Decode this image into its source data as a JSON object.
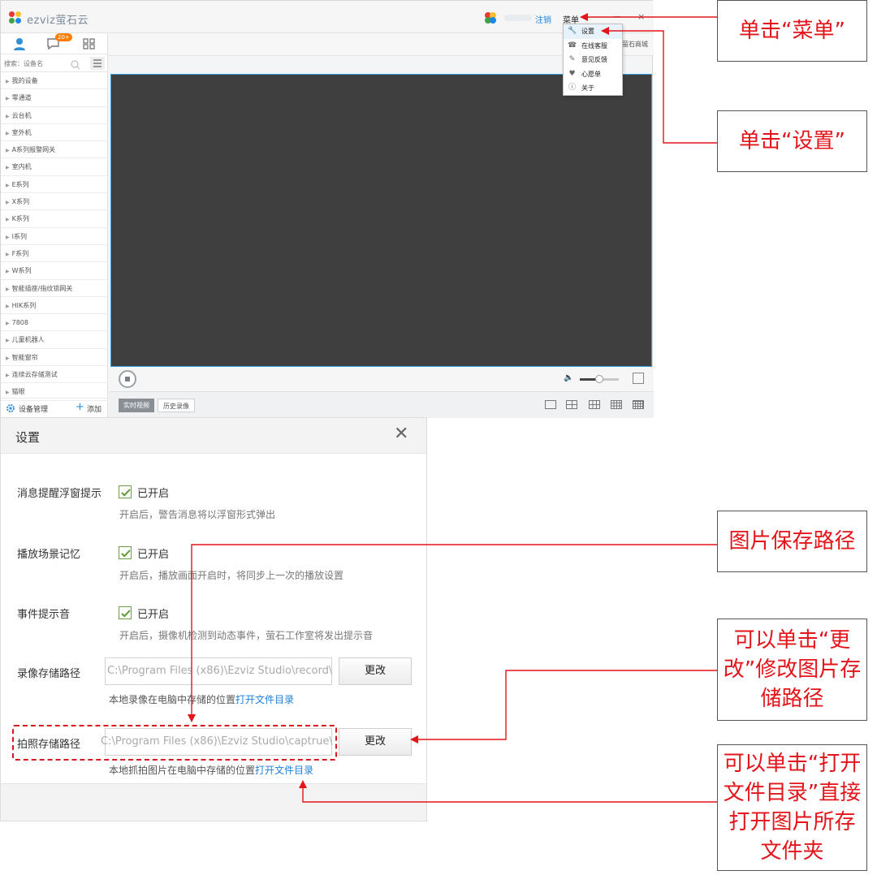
{
  "app": {
    "logo_text": "ezviz萤石云",
    "logout": "注销",
    "menu": "菜单",
    "minimize": "—",
    "close": "×",
    "badge": "20+",
    "search_placeholder": "搜索：设备名",
    "shop": "萤石商城",
    "device_groups": [
      "我的设备",
      "零通道",
      "云台机",
      "室外机",
      "A系列报警网关",
      "室内机",
      "E系列",
      "X系列",
      "K系列",
      "I系列",
      "F系列",
      "W系列",
      "智能插座/指纹锁网关",
      "HIK系列",
      "7808",
      "儿童机器人",
      "智能窗帘",
      "连续云存储测试",
      "猫眼"
    ],
    "device_manage": "设备管理",
    "add": "添加",
    "tab_live": "实时视频",
    "tab_history": "历史录像",
    "icons": [
      "user-icon",
      "chat-icon",
      "grid-icon",
      "search-icon",
      "list-icon",
      "gear-icon",
      "plus-icon",
      "stop-icon",
      "volume-icon",
      "fullscreen-icon"
    ],
    "volume_level": 0.5,
    "dropdown": {
      "items": [
        {
          "label": "设置",
          "icon": "wrench-icon"
        },
        {
          "label": "在线客服",
          "icon": "headset-icon"
        },
        {
          "label": "意见反馈",
          "icon": "pen-icon"
        },
        {
          "label": "心愿单",
          "icon": "heart-icon"
        },
        {
          "label": "关于",
          "icon": "info-icon"
        }
      ]
    }
  },
  "settings": {
    "title": "设置",
    "close": "✕",
    "options": [
      {
        "label": "消息提醒浮窗提示",
        "checked": true,
        "state": "已开启",
        "desc": "开启后，警告消息将以浮窗形式弹出"
      },
      {
        "label": "播放场景记忆",
        "checked": true,
        "state": "已开启",
        "desc": "开启后，播放画面开启时，将同步上一次的播放设置"
      },
      {
        "label": "事件提示音",
        "checked": true,
        "state": "已开启",
        "desc": "开启后，摄像机检测到动态事件，萤石工作室将发出提示音"
      }
    ],
    "record_path": {
      "label": "录像存储路径",
      "value": "C:\\Program Files (x86)\\Ezviz Studio\\record\\",
      "button": "更改",
      "desc": "本地录像在电脑中存储的位置",
      "link": "打开文件目录"
    },
    "capture_path": {
      "label": "拍照存储路径",
      "value": "C:\\Program Files (x86)\\Ezviz Studio\\captrue\\",
      "button": "更改",
      "desc": "本地抓拍图片在电脑中存储的位置",
      "link": "打开文件目录"
    }
  },
  "callouts": {
    "click_menu": "单击“菜单”",
    "click_settings": "单击“设置”",
    "picture_path": "图片保存路径",
    "change_path": "可以单击“更改”修改图片存储路径",
    "open_dir": "可以单击“打开文件目录”直接打开图片所存文件夹"
  },
  "colors": {
    "accent_red": "#e3141a",
    "link_blue": "#1e7fd8",
    "check_green": "#5a9a2f",
    "video_bg": "#3f3f3f"
  }
}
